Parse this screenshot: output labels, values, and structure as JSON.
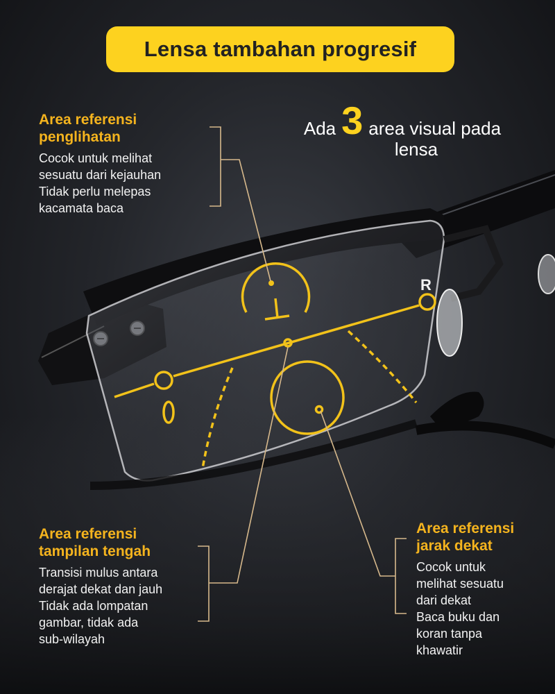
{
  "title": "Lensa tambahan progresif",
  "headline": {
    "prefix": "Ada",
    "number": "3",
    "suffix": "area visual pada",
    "line2": "lensa"
  },
  "callouts": {
    "top_left": {
      "heading": "Area referensi\npenglihatan",
      "body": "Cocok untuk melihat\nsesuatu dari kejauhan\nTidak perlu melepas\nkacamata baca"
    },
    "bottom_left": {
      "heading": "Area referensi\ntampilan tengah",
      "body": "Transisi mulus antara\nderajat dekat dan jauh\nTidak ada lompatan\ngambar, tidak ada\nsub-wilayah"
    },
    "bottom_right": {
      "heading": "Area referensi\njarak dekat",
      "body": "Cocok untuk\nmelihat sesuatu\ndari dekat\nBaca buku dan\nkoran tanpa\nkhawatir"
    }
  },
  "lens_marker_letter": "R",
  "colors": {
    "accent_yellow": "#fdd21f",
    "heading_orange": "#f5b41e",
    "background": "#24262b"
  }
}
